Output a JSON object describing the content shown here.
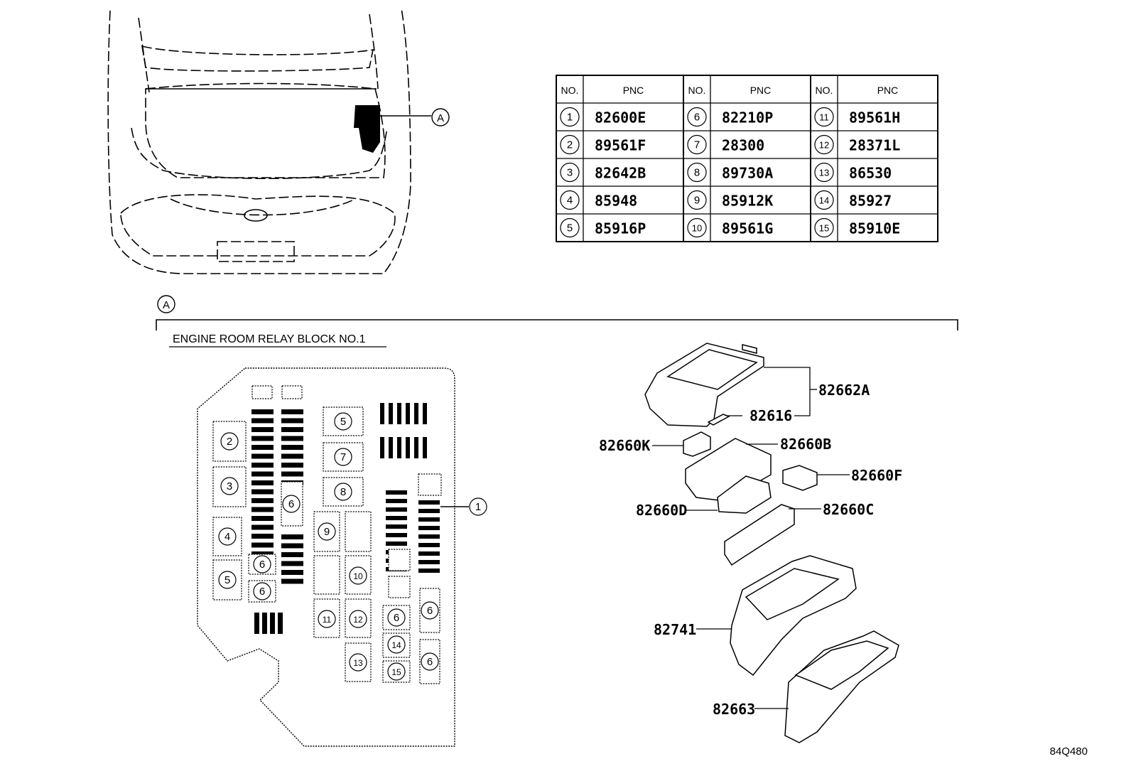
{
  "callout_letter": "A",
  "block_title": "ENGINE ROOM RELAY BLOCK NO.1",
  "diagram_code": "84Q480",
  "table": {
    "headers": {
      "no": "NO.",
      "pnc": "PNC"
    },
    "rows": [
      {
        "no": "1",
        "pnc": "82600E"
      },
      {
        "no": "2",
        "pnc": "89561F"
      },
      {
        "no": "3",
        "pnc": "82642B"
      },
      {
        "no": "4",
        "pnc": "85948"
      },
      {
        "no": "5",
        "pnc": "85916P"
      },
      {
        "no": "6",
        "pnc": "82210P"
      },
      {
        "no": "7",
        "pnc": "28300"
      },
      {
        "no": "8",
        "pnc": "89730A"
      },
      {
        "no": "9",
        "pnc": "85912K"
      },
      {
        "no": "10",
        "pnc": "89561G"
      },
      {
        "no": "11",
        "pnc": "89561H"
      },
      {
        "no": "12",
        "pnc": "28371L"
      },
      {
        "no": "13",
        "pnc": "86530"
      },
      {
        "no": "14",
        "pnc": "85927"
      },
      {
        "no": "15",
        "pnc": "85910E"
      }
    ]
  },
  "exploded_parts": {
    "cover": "82662A",
    "clip": "82616",
    "conn_k": "82660K",
    "conn_b": "82660B",
    "conn_f": "82660F",
    "conn_d": "82660D",
    "conn_c": "82660C",
    "housing": "82741",
    "lower_cover": "82663"
  },
  "block_slots": {
    "s2": "2",
    "s3": "3",
    "s4": "4",
    "s5a": "5",
    "s6a": "6",
    "s6b": "6",
    "s6c": "6",
    "s5b": "5",
    "s7": "7",
    "s8": "8",
    "s9": "9",
    "s10": "10",
    "s11": "11",
    "s12": "12",
    "s13": "13",
    "s6d": "6",
    "s6e": "6",
    "s6f": "6",
    "s14": "14",
    "s15": "15",
    "s1": "1"
  }
}
